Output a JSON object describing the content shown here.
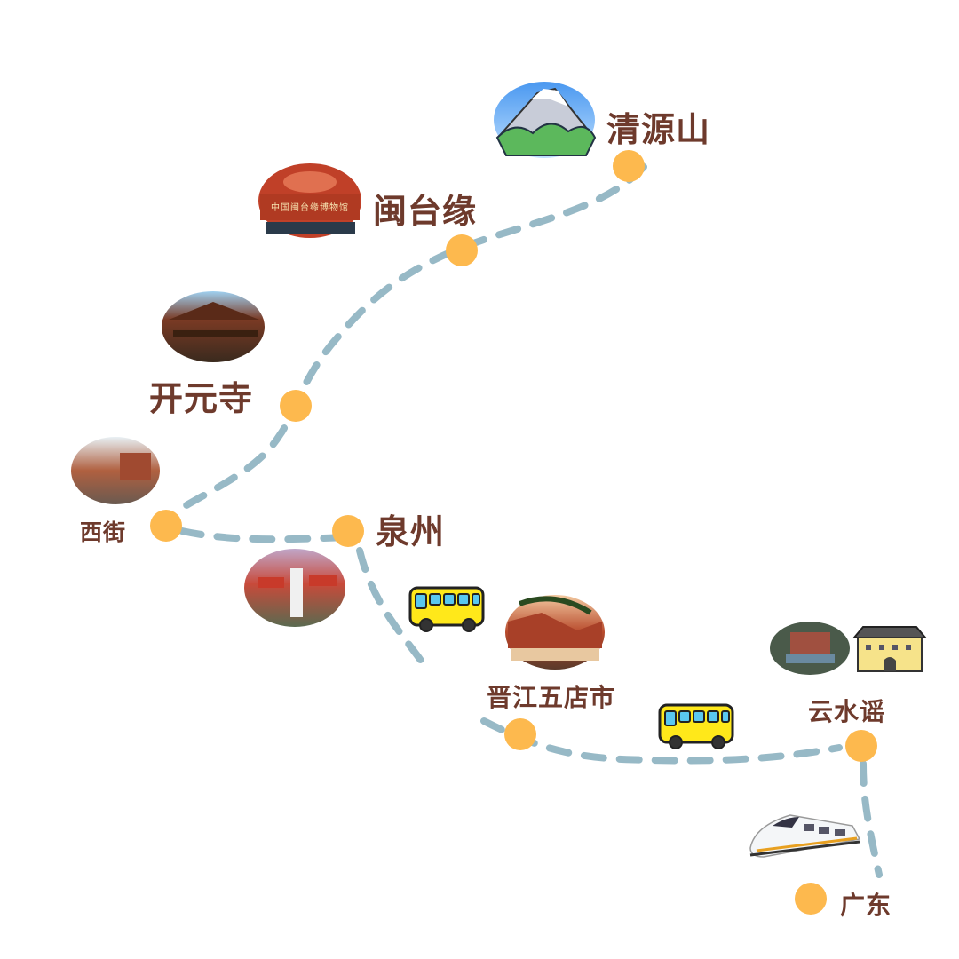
{
  "title": "泉州旅行路线",
  "stops": [
    {
      "id": "qingyuanshan",
      "name": "清源山"
    },
    {
      "id": "mintaiyuan",
      "name": "闽台缘"
    },
    {
      "id": "kaiyuansi",
      "name": "开元寺"
    },
    {
      "id": "xijie",
      "name": "西街"
    },
    {
      "id": "quanzhou",
      "name": "泉州"
    },
    {
      "id": "jinjiang",
      "name": "晋江五店市"
    },
    {
      "id": "yunshuiyao",
      "name": "云水谣"
    },
    {
      "id": "guangdong",
      "name": "广东"
    }
  ],
  "museum_sign": "中国闽台缘博物馆",
  "icons": [
    "bus-icon",
    "bus-icon",
    "high-speed-train-icon"
  ],
  "colors": {
    "route": "#97b9c6",
    "stop": "#fdb94e",
    "label": "#6e3a2c",
    "bus": "#ffe81a"
  }
}
